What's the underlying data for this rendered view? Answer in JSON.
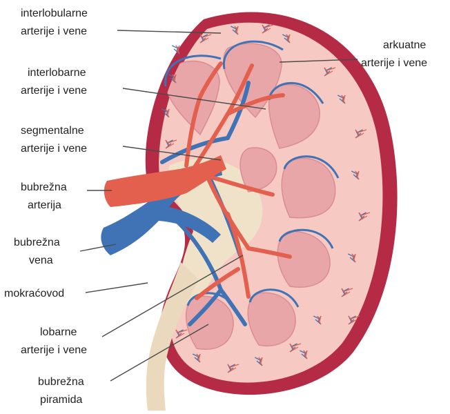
{
  "labels": {
    "interlobular": [
      "interlobularne",
      "arterije i vene"
    ],
    "arcuate": [
      "arkuatne",
      "arterije i vene"
    ],
    "interlobar": [
      "interlobarne",
      "arterije i vene"
    ],
    "segmental": [
      "segmentalne",
      "arterije i vene"
    ],
    "renal_artery": [
      "bubrežna",
      "arterija"
    ],
    "renal_vein": [
      "bubrežna",
      "vena"
    ],
    "ureter": [
      "mokraćovod"
    ],
    "lobar": [
      "lobarne",
      "arterije i vene"
    ],
    "pyramid": [
      "bubrežna",
      "piramida"
    ]
  },
  "colors": {
    "capsule": "#b52a45",
    "cortex": "#f6c9c2",
    "pyramid": "#e9a6a8",
    "pyramid_stripe": "#d98c92",
    "pelvis": "#efe2c8",
    "ureter": "#ead9bd",
    "artery": "#e3604e",
    "vein": "#3f73b5"
  }
}
